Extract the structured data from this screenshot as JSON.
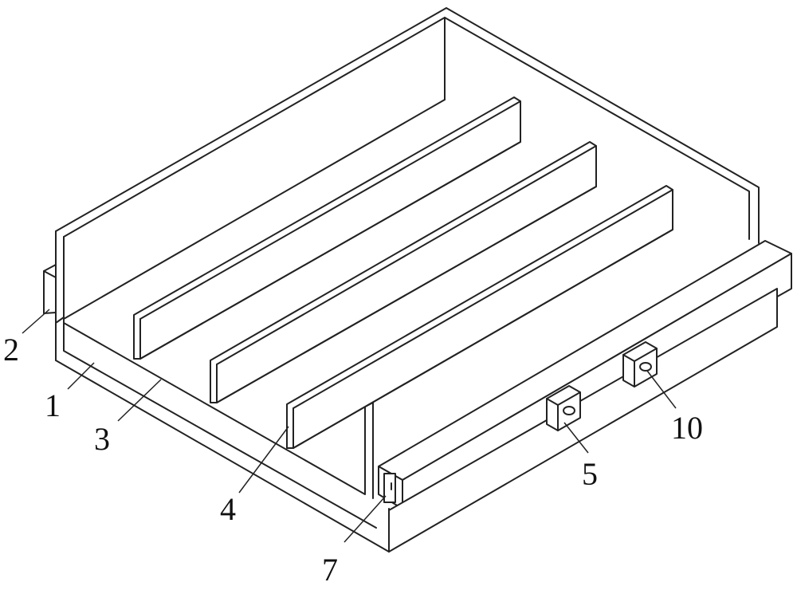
{
  "figure": {
    "background": "#ffffff",
    "line_color": "#222222",
    "labels": {
      "housing": "1",
      "side_bracket": "2",
      "bottom_plate": "3",
      "divider": "4",
      "mount_block_left": "5",
      "front_clip": "7",
      "mount_block_right": "10"
    }
  }
}
